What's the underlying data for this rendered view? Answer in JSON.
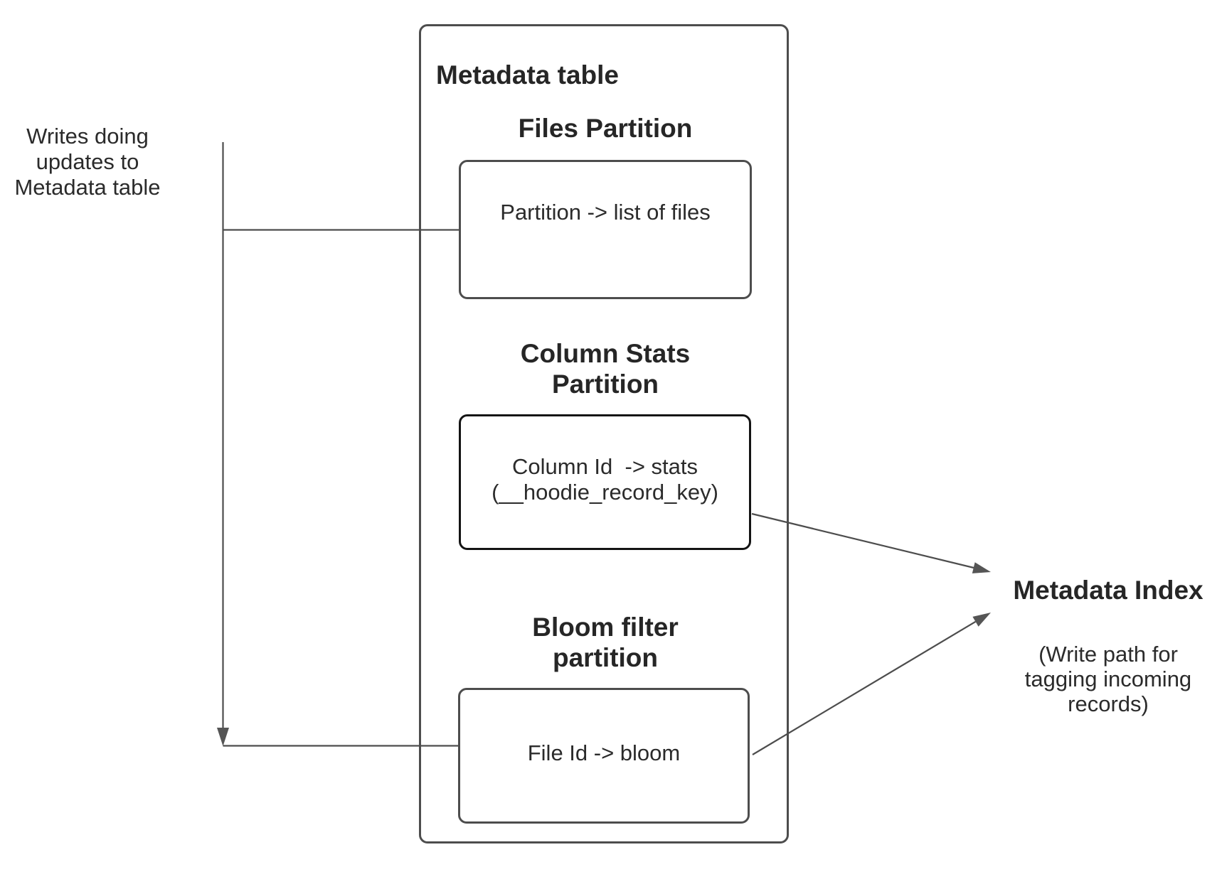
{
  "colors": {
    "line": "#4d4d4d",
    "box_border": "#4d4d4d",
    "emphasis_border": "#141414",
    "text": "#2b2b2b"
  },
  "left_label": {
    "text": "Writes doing\nupdates to\nMetadata table"
  },
  "metadata_table": {
    "title": "Metadata table",
    "partitions": [
      {
        "heading": "Files Partition",
        "box_text": "Partition -> list of files"
      },
      {
        "heading": "Column Stats\nPartition",
        "box_text": "Column Id  -> stats\n(__hoodie_record_key)"
      },
      {
        "heading": "Bloom filter\npartition",
        "box_text": "File Id -> bloom"
      }
    ]
  },
  "metadata_index": {
    "title": "Metadata Index",
    "subtitle": "(Write path for\ntagging incoming\nrecords)"
  }
}
